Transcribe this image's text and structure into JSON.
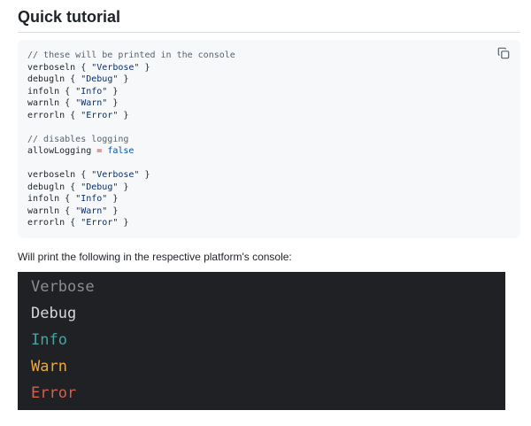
{
  "heading": "Quick tutorial",
  "code_block": {
    "copy_icon": "copy-icon",
    "lines": [
      [
        {
          "t": "// these will be printed in the console",
          "c": "comment"
        }
      ],
      [
        {
          "t": "verboseln { ",
          "c": ""
        },
        {
          "t": "\"Verbose\"",
          "c": "str"
        },
        {
          "t": " }",
          "c": ""
        }
      ],
      [
        {
          "t": "debugln { ",
          "c": ""
        },
        {
          "t": "\"Debug\"",
          "c": "str"
        },
        {
          "t": " }",
          "c": ""
        }
      ],
      [
        {
          "t": "infoln { ",
          "c": ""
        },
        {
          "t": "\"Info\"",
          "c": "str"
        },
        {
          "t": " }",
          "c": ""
        }
      ],
      [
        {
          "t": "warnln { ",
          "c": ""
        },
        {
          "t": "\"Warn\"",
          "c": "str"
        },
        {
          "t": " }",
          "c": ""
        }
      ],
      [
        {
          "t": "errorln { ",
          "c": ""
        },
        {
          "t": "\"Error\"",
          "c": "str"
        },
        {
          "t": " }",
          "c": ""
        }
      ],
      [],
      [
        {
          "t": "// disables logging",
          "c": "comment"
        }
      ],
      [
        {
          "t": "allowLogging ",
          "c": ""
        },
        {
          "t": "=",
          "c": "op"
        },
        {
          "t": " ",
          "c": ""
        },
        {
          "t": "false",
          "c": "kw"
        }
      ],
      [],
      [
        {
          "t": "verboseln { ",
          "c": ""
        },
        {
          "t": "\"Verbose\"",
          "c": "str"
        },
        {
          "t": " }",
          "c": ""
        }
      ],
      [
        {
          "t": "debugln { ",
          "c": ""
        },
        {
          "t": "\"Debug\"",
          "c": "str"
        },
        {
          "t": " }",
          "c": ""
        }
      ],
      [
        {
          "t": "infoln { ",
          "c": ""
        },
        {
          "t": "\"Info\"",
          "c": "str"
        },
        {
          "t": " }",
          "c": ""
        }
      ],
      [
        {
          "t": "warnln { ",
          "c": ""
        },
        {
          "t": "\"Warn\"",
          "c": "str"
        },
        {
          "t": " }",
          "c": ""
        }
      ],
      [
        {
          "t": "errorln { ",
          "c": ""
        },
        {
          "t": "\"Error\"",
          "c": "str"
        },
        {
          "t": " }",
          "c": ""
        }
      ]
    ]
  },
  "paragraph": "Will print the following in the respective platform's console:",
  "console_output": [
    {
      "text": "Verbose",
      "color": "#8b8d91"
    },
    {
      "text": "Debug",
      "color": "#d6d6d6"
    },
    {
      "text": "Info",
      "color": "#43a6a0"
    },
    {
      "text": "Warn",
      "color": "#f0a832"
    },
    {
      "text": "Error",
      "color": "#db5d4a"
    }
  ]
}
